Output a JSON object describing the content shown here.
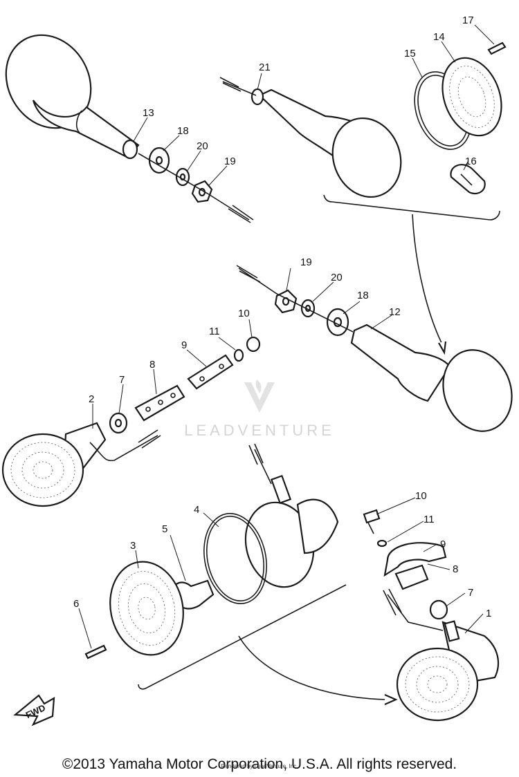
{
  "callouts": [
    "13",
    "18",
    "20",
    "19",
    "21",
    "15",
    "14",
    "17",
    "16",
    "19",
    "20",
    "18",
    "12",
    "10",
    "11",
    "9",
    "8",
    "7",
    "2",
    "10",
    "11",
    "9",
    "8",
    "7",
    "1",
    "4",
    "5",
    "3",
    "6"
  ],
  "fwd_label": "FWD",
  "watermark": "LEADVENTURE",
  "copyright": "©2013 Yamaha Motor Corporation, U.S.A. All rights reserved.",
  "rendered_by": "Rendered by LeadVenture, Inc."
}
